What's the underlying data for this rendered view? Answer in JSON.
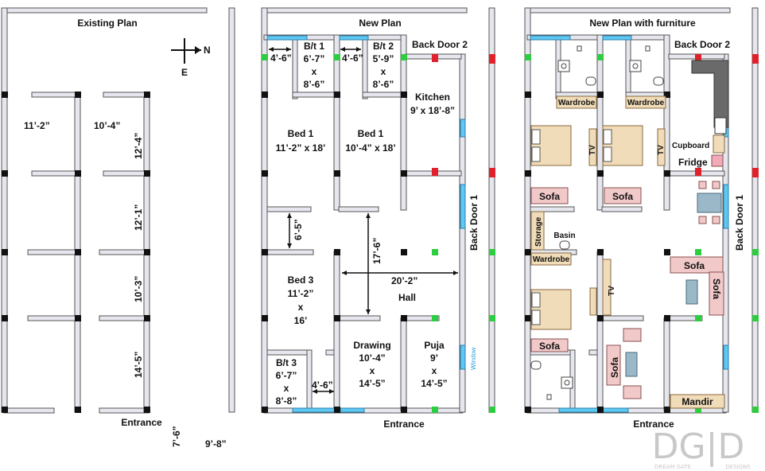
{
  "panels": {
    "existing": {
      "title": "Existing Plan",
      "compass_n": "N",
      "compass_e": "E",
      "dim_w1": "11’-2”",
      "dim_w2": "10’-4”",
      "dim_h1": "12’-4”",
      "dim_h2": "12’-1”",
      "dim_h3": "10’-3”",
      "dim_h4": "14’-5”",
      "entrance": "Entrance",
      "dim_bottom1": "7’-6”",
      "dim_bottom2": "9’-8”"
    },
    "new": {
      "title": "New Plan",
      "back_door_2": "Back Door 2",
      "back_door_1": "Back Door 1",
      "bt1": [
        "B/t 1",
        "6’-7”",
        "x",
        "8’-6”"
      ],
      "bt1_dim": "4’-6”",
      "bt2": [
        "B/t 2",
        "5’-9”",
        "x",
        "8’-6”"
      ],
      "bt2_dim": "4’-6”",
      "kitchen": [
        "Kitchen",
        "9’ x 18’-8”"
      ],
      "bed1a": [
        "Bed 1",
        "11’-2” x 18’"
      ],
      "bed1b": [
        "Bed 1",
        "10’-4” x 18’"
      ],
      "passage_dim": "6’-5”",
      "hall_h_dim": "17’-6”",
      "hall_w_dim": "20’-2”",
      "hall": "Hall",
      "bed3": [
        "Bed 3",
        "11’-2”",
        "x",
        "16’"
      ],
      "bt3": [
        "B/t 3",
        "6’-7”",
        "x",
        "8’-8”"
      ],
      "bt3_dim": "4’-6”",
      "drawing": [
        "Drawing",
        "10’-4”",
        "x",
        "14’-5”"
      ],
      "puja": [
        "Puja",
        "9’",
        "x",
        "14’-5”"
      ],
      "window": "Window",
      "entrance": "Entrance"
    },
    "furnished": {
      "title": "New Plan with furniture",
      "back_door_2": "Back Door 2",
      "back_door_1": "Back Door 1",
      "wardrobe1": "Wardrobe",
      "wardrobe2": "Wardrobe",
      "wardrobe3": "Wardrobe",
      "tv1": "TV",
      "tv2": "TV",
      "tv3": "TV",
      "cupboard": "Cupboard",
      "fridge": "Fridge",
      "sofa1": "Sofa",
      "sofa2": "Sofa",
      "sofa3": "Sofa",
      "sofa4": "Sofa",
      "sofa5": "Sofa",
      "sofa6": "Sofa",
      "storage": "Storage",
      "basin": "Basin",
      "mandir": "Mandir",
      "entrance": "Entrance"
    }
  },
  "watermark": {
    "logo": "DG|D",
    "left": "DREAM GATE",
    "right": "DESIGNS"
  },
  "colors": {
    "window": "#5fc8f0",
    "post": "#111111",
    "door_green": "#2ecc40",
    "door_red": "#e0202a",
    "sofa": "#f2c9c9",
    "wood": "#f0dcb8"
  }
}
